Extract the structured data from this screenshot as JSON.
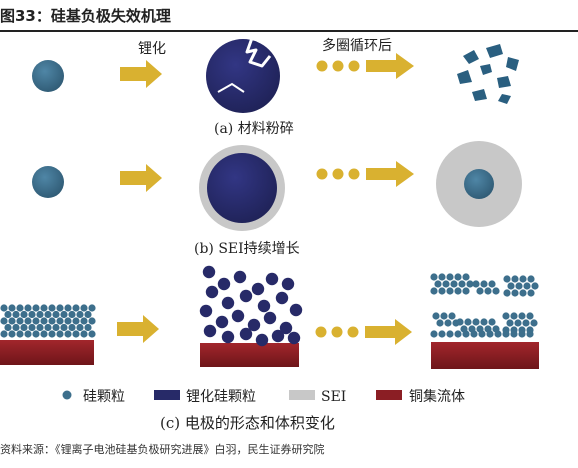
{
  "figure": {
    "title": "图33：硅基负极失效机理",
    "source": "资料来源：《锂离子电池硅基负极研究进展》白羽，民生证券研究院"
  },
  "panel_a": {
    "caption": "(a) 材料粉碎",
    "step1_label": "锂化",
    "step2_label": "多圈循环后"
  },
  "panel_b": {
    "caption": "(b) SEI持续增长"
  },
  "panel_c": {
    "caption": "(c) 电极的形态和体积变化"
  },
  "legend": [
    {
      "label": "硅颗粒",
      "icon": "dot-icon",
      "color": "#3d6f8c"
    },
    {
      "label": "锂化硅颗粒",
      "icon": "square-icon",
      "color": "#272a68"
    },
    {
      "label": "SEI",
      "icon": "square-icon",
      "color": "#c8c8c8"
    },
    {
      "label": "铜集流体",
      "icon": "square-icon",
      "color": "#8b1e24"
    }
  ],
  "colors": {
    "silicon": "#3d6f8c",
    "lithiated": "#272a68",
    "sei": "#c8c8c8",
    "copper": "#8b1e24",
    "arrow": "#d9b130"
  }
}
